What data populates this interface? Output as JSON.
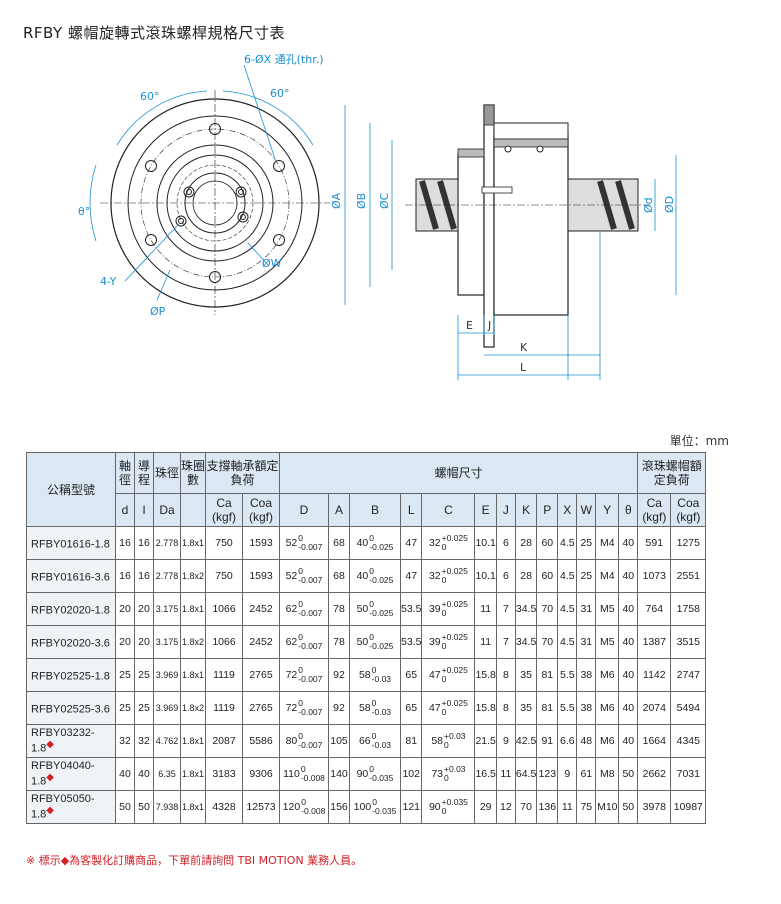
{
  "title": "RFBY 螺帽旋轉式滾珠螺桿規格尺寸表",
  "drawing": {
    "labels": {
      "holes": "6-ØX 通孔(thr.)",
      "angle_left": "60°",
      "angle_right": "60°",
      "theta": "θ°",
      "four_y": "4-Y",
      "phi_p": "ØP",
      "phi_w": "ØW",
      "phi_a": "ØA",
      "phi_b": "ØB",
      "phi_c": "ØC",
      "phi_d_small": "Ød",
      "phi_d_big": "ØD",
      "e": "E",
      "j": "J",
      "k": "K",
      "l": "L"
    }
  },
  "unit": "單位：mm",
  "table": {
    "headers": {
      "model": "公稱型號",
      "shaft": "軸徑",
      "shaft_sym": "d",
      "lead": "導程",
      "lead_sym": "I",
      "ball": "珠徑",
      "ball_sym": "Da",
      "circuit": "珠圈數",
      "support": "支撐軸承額定負荷",
      "nut": "螺帽尺寸",
      "nut_load": "滾珠螺帽額定負荷",
      "ca": "Ca",
      "coa": "Coa",
      "kgf": "(kgf)",
      "D": "D",
      "A": "A",
      "B": "B",
      "L": "L",
      "C": "C",
      "E": "E",
      "J": "J",
      "K": "K",
      "P": "P",
      "X": "X",
      "W": "W",
      "Y": "Y",
      "theta": "θ"
    },
    "rows": [
      {
        "model": "RFBY01616-1.8",
        "mark": "",
        "d": "16",
        "l": "16",
        "da": "2.778",
        "n": "1.8x1",
        "sca": "750",
        "scoa": "1593",
        "D": "52",
        "Dt": "0",
        "Db": "-0.007",
        "A": "68",
        "B": "40",
        "Bt": "0",
        "Bb": "-0.025",
        "L": "47",
        "C": "32",
        "Ct": "+0.025",
        "Cb": "0",
        "E": "10.1",
        "J": "6",
        "K": "28",
        "P": "60",
        "X": "4.5",
        "W": "25",
        "Y": "M4",
        "th": "40",
        "ca": "591",
        "coa": "1275"
      },
      {
        "model": "RFBY01616-3.6",
        "mark": "",
        "d": "16",
        "l": "16",
        "da": "2.778",
        "n": "1.8x2",
        "sca": "750",
        "scoa": "1593",
        "D": "52",
        "Dt": "0",
        "Db": "-0.007",
        "A": "68",
        "B": "40",
        "Bt": "0",
        "Bb": "-0.025",
        "L": "47",
        "C": "32",
        "Ct": "+0.025",
        "Cb": "0",
        "E": "10.1",
        "J": "6",
        "K": "28",
        "P": "60",
        "X": "4.5",
        "W": "25",
        "Y": "M4",
        "th": "40",
        "ca": "1073",
        "coa": "2551"
      },
      {
        "model": "RFBY02020-1.8",
        "mark": "",
        "d": "20",
        "l": "20",
        "da": "3.175",
        "n": "1.8x1",
        "sca": "1066",
        "scoa": "2452",
        "D": "62",
        "Dt": "0",
        "Db": "-0.007",
        "A": "78",
        "B": "50",
        "Bt": "0",
        "Bb": "-0.025",
        "L": "53.5",
        "C": "39",
        "Ct": "+0.025",
        "Cb": "0",
        "E": "11",
        "J": "7",
        "K": "34.5",
        "P": "70",
        "X": "4.5",
        "W": "31",
        "Y": "M5",
        "th": "40",
        "ca": "764",
        "coa": "1758"
      },
      {
        "model": "RFBY02020-3.6",
        "mark": "",
        "d": "20",
        "l": "20",
        "da": "3.175",
        "n": "1.8x2",
        "sca": "1066",
        "scoa": "2452",
        "D": "62",
        "Dt": "0",
        "Db": "-0.007",
        "A": "78",
        "B": "50",
        "Bt": "0",
        "Bb": "-0.025",
        "L": "53.5",
        "C": "39",
        "Ct": "+0.025",
        "Cb": "0",
        "E": "11",
        "J": "7",
        "K": "34.5",
        "P": "70",
        "X": "4.5",
        "W": "31",
        "Y": "M5",
        "th": "40",
        "ca": "1387",
        "coa": "3515"
      },
      {
        "model": "RFBY02525-1.8",
        "mark": "",
        "d": "25",
        "l": "25",
        "da": "3.969",
        "n": "1.8x1",
        "sca": "1119",
        "scoa": "2765",
        "D": "72",
        "Dt": "0",
        "Db": "-0.007",
        "A": "92",
        "B": "58",
        "Bt": "0",
        "Bb": "-0.03",
        "L": "65",
        "C": "47",
        "Ct": "+0.025",
        "Cb": "0",
        "E": "15.8",
        "J": "8",
        "K": "35",
        "P": "81",
        "X": "5.5",
        "W": "38",
        "Y": "M6",
        "th": "40",
        "ca": "1142",
        "coa": "2747"
      },
      {
        "model": "RFBY02525-3.6",
        "mark": "",
        "d": "25",
        "l": "25",
        "da": "3.969",
        "n": "1.8x2",
        "sca": "1119",
        "scoa": "2765",
        "D": "72",
        "Dt": "0",
        "Db": "-0.007",
        "A": "92",
        "B": "58",
        "Bt": "0",
        "Bb": "-0.03",
        "L": "65",
        "C": "47",
        "Ct": "+0.025",
        "Cb": "0",
        "E": "15.8",
        "J": "8",
        "K": "35",
        "P": "81",
        "X": "5.5",
        "W": "38",
        "Y": "M6",
        "th": "40",
        "ca": "2074",
        "coa": "5494"
      },
      {
        "model": "RFBY03232-1.8",
        "mark": "◆",
        "d": "32",
        "l": "32",
        "da": "4.762",
        "n": "1.8x1",
        "sca": "2087",
        "scoa": "5586",
        "D": "80",
        "Dt": "0",
        "Db": "-0.007",
        "A": "105",
        "B": "66",
        "Bt": "0",
        "Bb": "-0.03",
        "L": "81",
        "C": "58",
        "Ct": "+0.03",
        "Cb": "0",
        "E": "21.5",
        "J": "9",
        "K": "42.5",
        "P": "91",
        "X": "6.6",
        "W": "48",
        "Y": "M6",
        "th": "40",
        "ca": "1664",
        "coa": "4345"
      },
      {
        "model": "RFBY04040-1.8",
        "mark": "◆",
        "d": "40",
        "l": "40",
        "da": "6.35",
        "n": "1.8x1",
        "sca": "3183",
        "scoa": "9306",
        "D": "110",
        "Dt": "0",
        "Db": "-0.008",
        "A": "140",
        "B": "90",
        "Bt": "0",
        "Bb": "-0.035",
        "L": "102",
        "C": "73",
        "Ct": "+0.03",
        "Cb": "0",
        "E": "16.5",
        "J": "11",
        "K": "64.5",
        "P": "123",
        "X": "9",
        "W": "61",
        "Y": "M8",
        "th": "50",
        "ca": "2662",
        "coa": "7031"
      },
      {
        "model": "RFBY05050-1.8",
        "mark": "◆",
        "d": "50",
        "l": "50",
        "da": "7.938",
        "n": "1.8x1",
        "sca": "4328",
        "scoa": "12573",
        "D": "120",
        "Dt": "0",
        "Db": "-0.008",
        "A": "156",
        "B": "100",
        "Bt": "0",
        "Bb": "-0.035",
        "L": "121",
        "C": "90",
        "Ct": "+0.035",
        "Cb": "0",
        "E": "29",
        "J": "12",
        "K": "70",
        "P": "136",
        "X": "11",
        "W": "75",
        "Y": "M10",
        "th": "50",
        "ca": "3978",
        "coa": "10987"
      }
    ]
  },
  "footnote": "※ 標示◆為客製化訂購商品，下單前請詢問 TBI MOTION 業務人員。",
  "colors": {
    "accent": "#1a8fd0",
    "header_bg": "#dbe8f4",
    "mark": "#d32027"
  }
}
